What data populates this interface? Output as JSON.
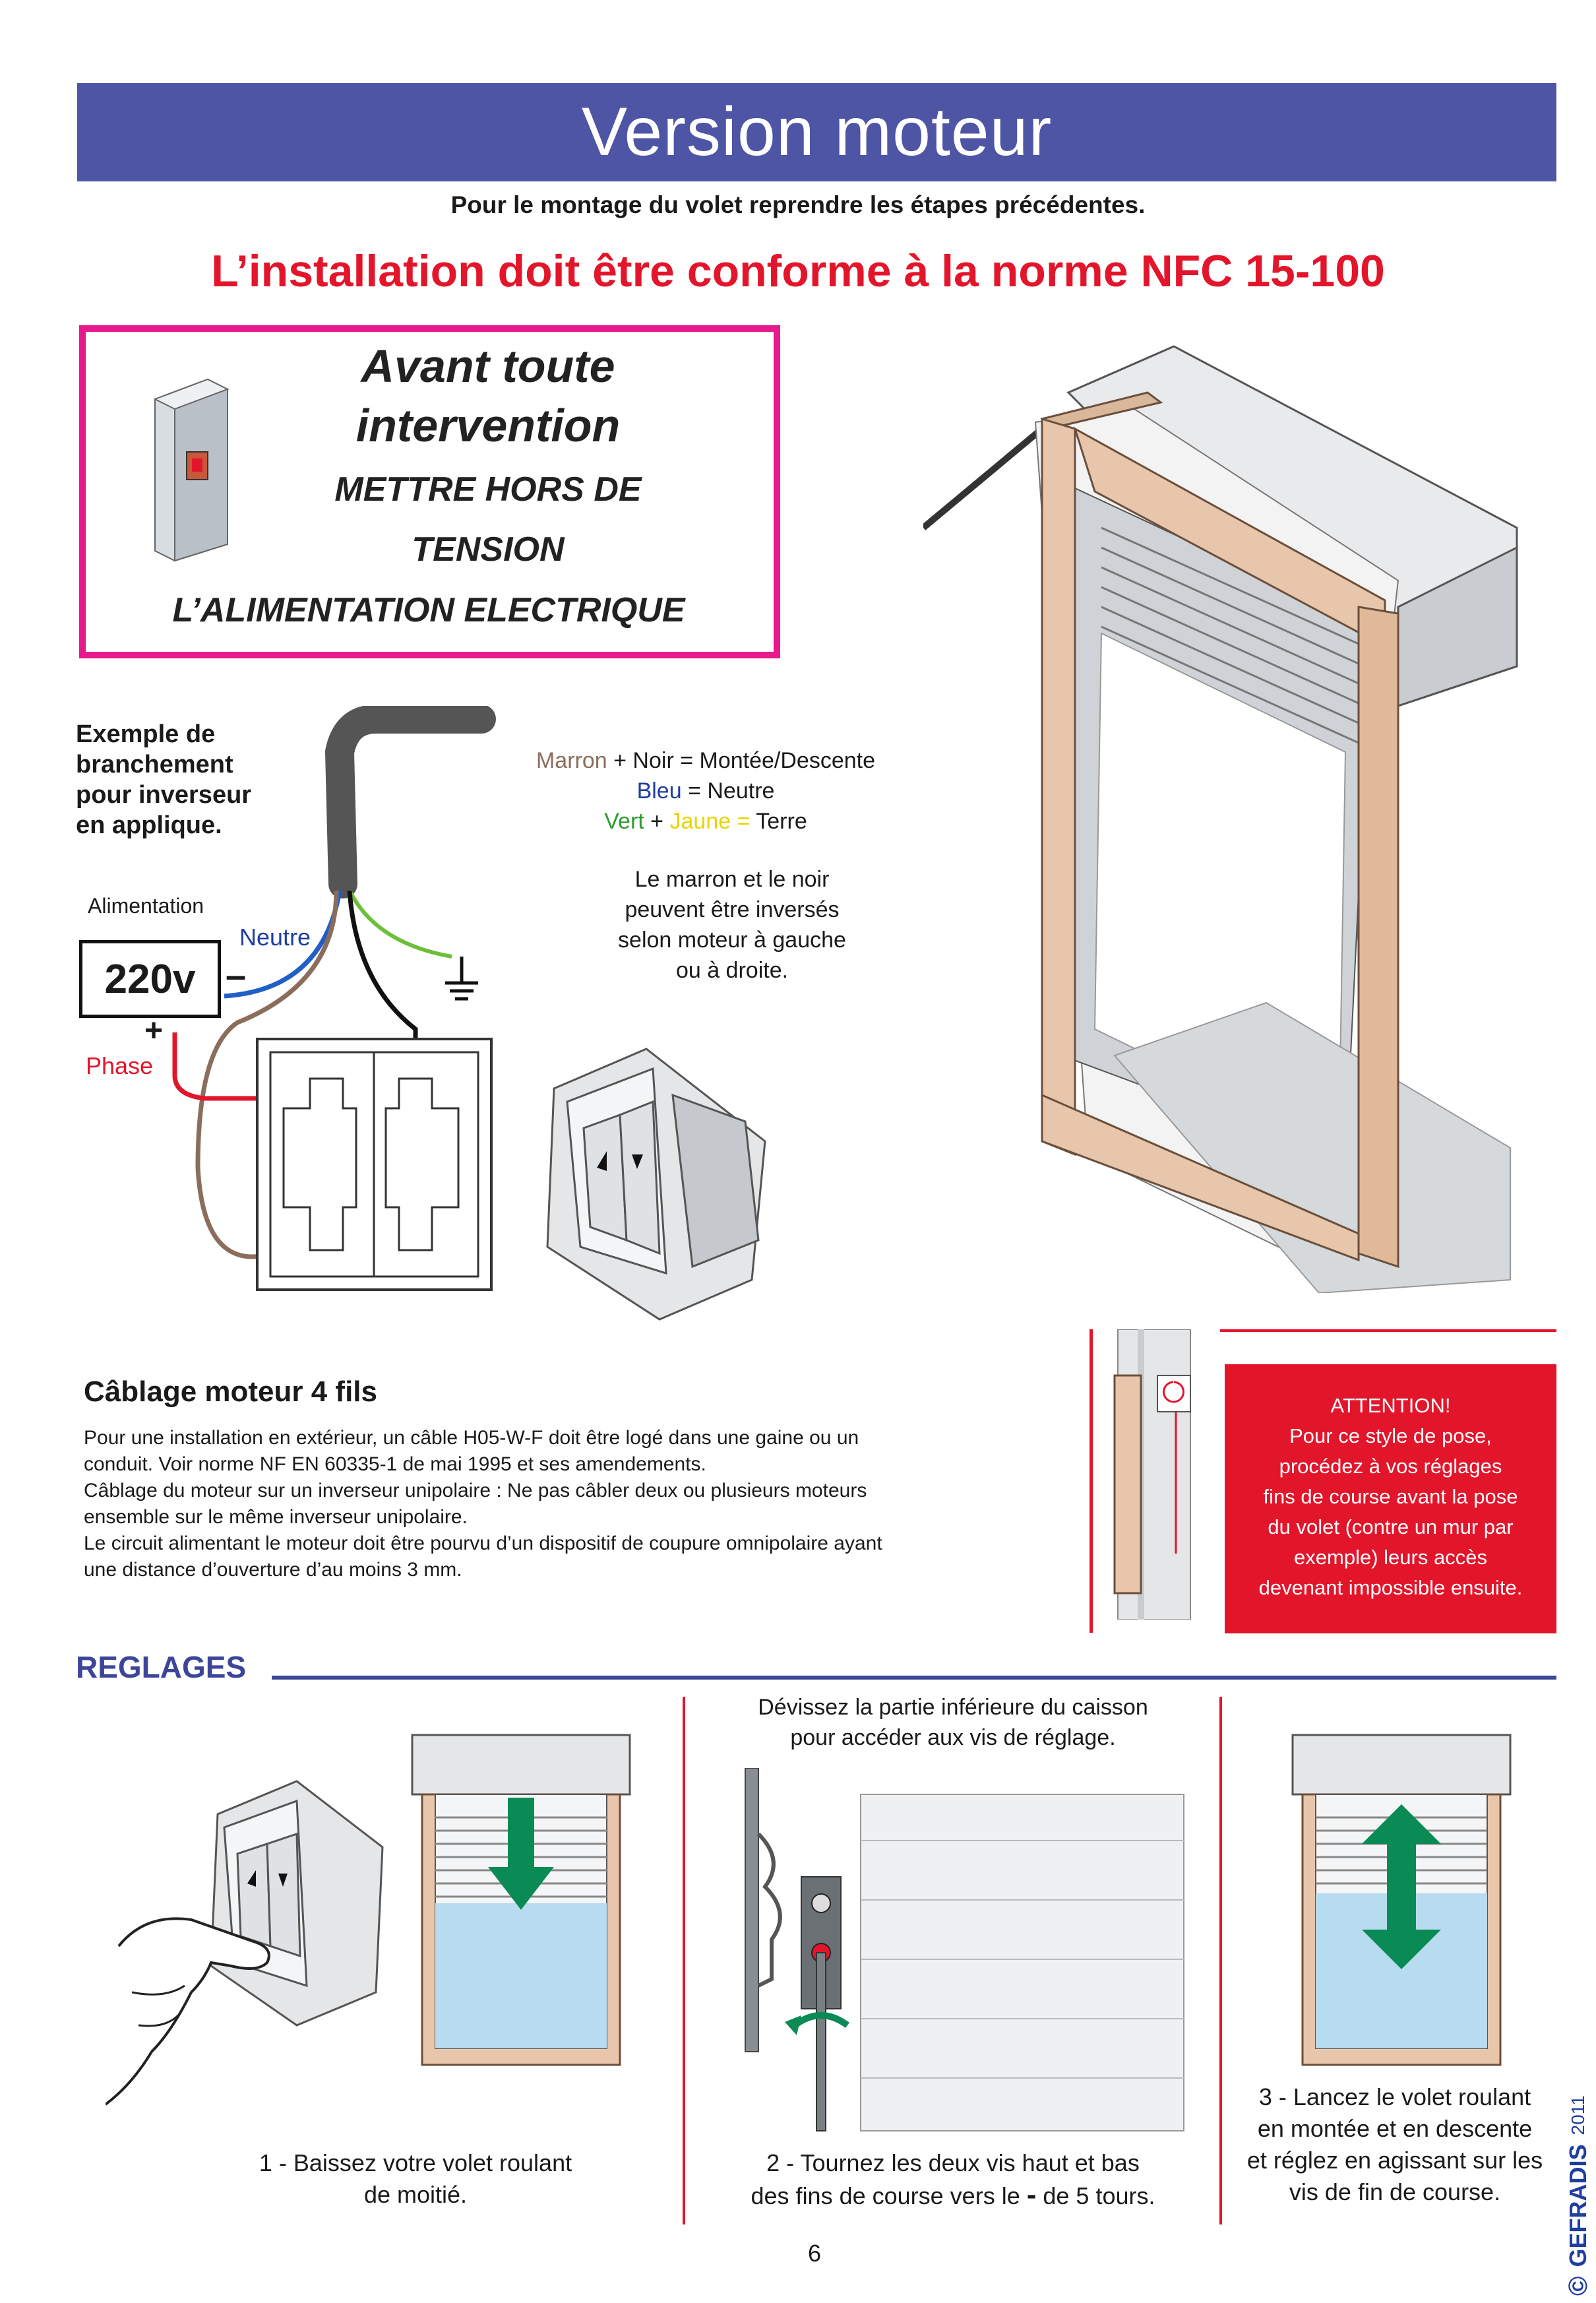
{
  "header": {
    "title": "Version moteur",
    "subtitle": "Pour le montage du volet reprendre les étapes précédentes.",
    "norme": "L’installation doit être conforme à la norme NFC 15-100"
  },
  "warning": {
    "line1": "Avant toute",
    "line2": "intervention",
    "line3": "METTRE HORS DE",
    "line4": "TENSION",
    "line5": "L’ALIMENTATION ELECTRIQUE"
  },
  "wiring": {
    "example_l1": "Exemple de",
    "example_l2": "branchement",
    "example_l3": "pour inverseur",
    "example_l4": "en applique.",
    "alimentation": "Alimentation",
    "neutre": "Neutre",
    "voltage": "220v",
    "minus": "–",
    "plus": "+",
    "phase": "Phase",
    "legend": {
      "marron": "Marron",
      "noir_part": " + Noir = Montée/Descente",
      "bleu": "Bleu",
      "neutre_part": "  = Neutre",
      "vert": "Vert",
      "plus": " + ",
      "jaune": "Jaune",
      "eq": " = ",
      "terre": "Terre"
    },
    "note_l1": "Le marron et le noir",
    "note_l2": "peuvent être inversés",
    "note_l3": "selon moteur à gauche",
    "note_l4": "ou à droite."
  },
  "cablage": {
    "title": "Câblage moteur 4 fils",
    "p1": "Pour une installation en extérieur, un câble H05-W-F doit être logé dans une gaine ou un",
    "p2": "conduit. Voir norme NF EN 60335-1 de mai 1995 et ses amendements.",
    "p3": "Câblage du moteur sur un inverseur unipolaire : Ne pas câbler deux ou plusieurs moteurs",
    "p4": "ensemble sur le même inverseur unipolaire.",
    "p5": "Le circuit alimentant le moteur doit être pourvu d’un dispositif de coupure omnipolaire ayant",
    "p6": "une distance d’ouverture d’au moins 3 mm."
  },
  "attention": {
    "l1": "ATTENTION!",
    "l2": "Pour ce style de pose,",
    "l3": "procédez à vos réglages",
    "l4": "fins de course avant la pose",
    "l5": "du volet (contre un mur par",
    "l6": "exemple) leurs accès",
    "l7": "devenant impossible ensuite."
  },
  "reglages": {
    "title": "REGLAGES",
    "intro_l1": "Dévissez la partie inférieure du caisson",
    "intro_l2": "pour accéder aux vis de réglage.",
    "step1_l1": "1 - Baissez votre volet roulant",
    "step1_l2": "de moitié.",
    "step2_l1": "2 - Tournez les deux vis haut et bas",
    "step2_l2a": "des fins de course vers le ",
    "step2_minus": "-",
    "step2_l2b": " de 5 tours.",
    "step3_l1": "3 - Lancez le volet roulant",
    "step3_l2": "en montée et en descente",
    "step3_l3": "et réglez en agissant sur les",
    "step3_l4": "vis de fin de course."
  },
  "footer": {
    "page": "6",
    "brand": "GEFRADIS",
    "year": "2011",
    "copyright": "©"
  },
  "colors": {
    "banner": "#4e55a5",
    "red": "#e3152b",
    "pink": "#e7198c",
    "marron": "#8b6d5c",
    "bleu": "#1f3ea0",
    "vert": "#2e9b2e",
    "jaune": "#e8d400",
    "arrow_green": "#0a8a55"
  }
}
